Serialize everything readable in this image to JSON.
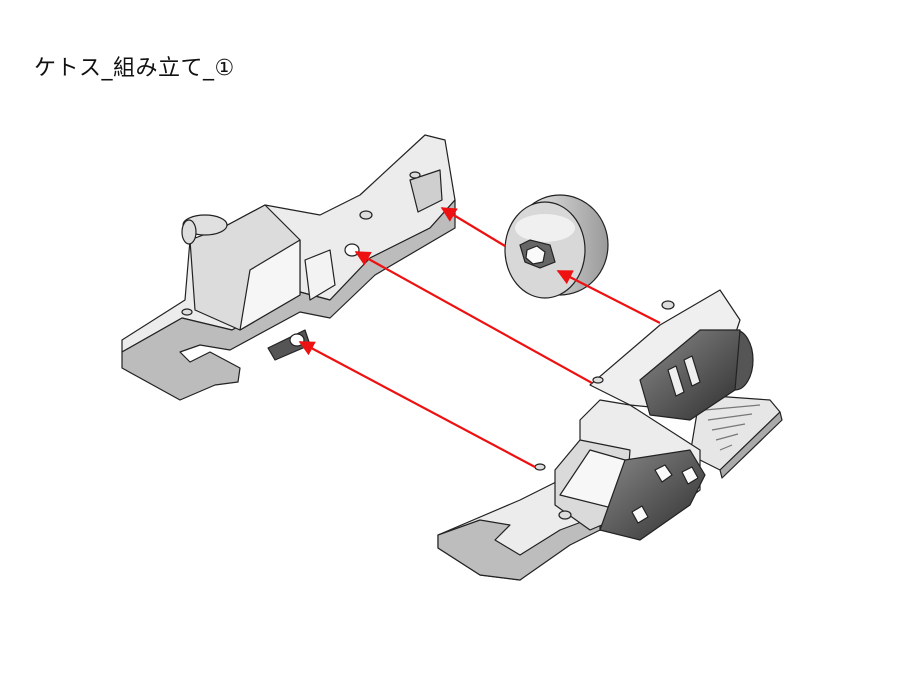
{
  "title": "ケトス_組み立て_①",
  "colors": {
    "arrow": "#ee1111",
    "part_light": "#e6e6e6",
    "part_mid": "#bdbdbd",
    "part_dark": "#3a3a3a",
    "outline": "#222222"
  },
  "parts": [
    "left-frame-part",
    "disk-part",
    "right-frame-part"
  ],
  "arrows": [
    {
      "name": "arrow-disk-to-left-frame"
    },
    {
      "name": "arrow-right-frame-to-disk"
    },
    {
      "name": "arrow-right-frame-to-left-frame-mid"
    },
    {
      "name": "arrow-right-frame-to-left-frame-low"
    }
  ]
}
